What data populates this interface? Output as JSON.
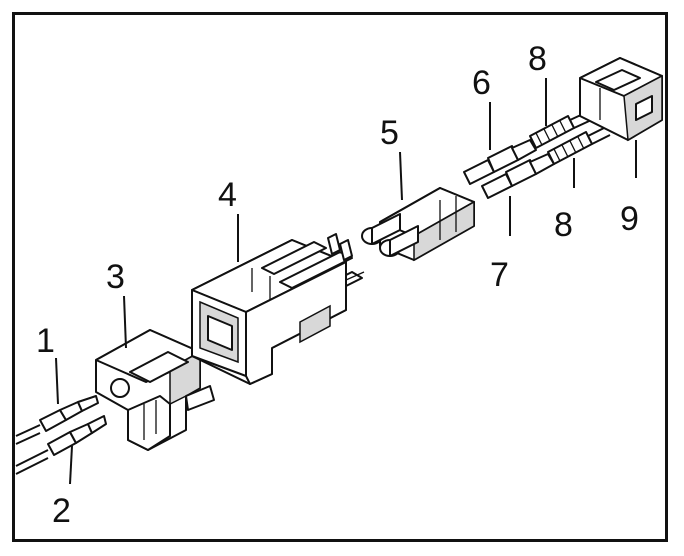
{
  "labels": {
    "l1": "1",
    "l2": "2",
    "l3": "3",
    "l4": "4",
    "l5": "5",
    "l6": "6",
    "l7": "7",
    "l8a": "8",
    "l8b": "8",
    "l9": "9"
  },
  "colors": {
    "line": "#111111",
    "shade": "#d8d8d8",
    "background": "#ffffff"
  }
}
